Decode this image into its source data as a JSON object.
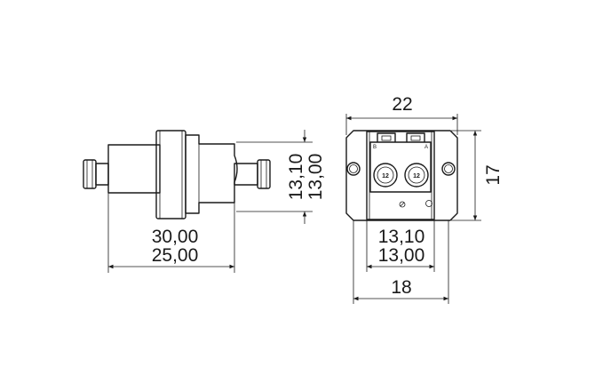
{
  "side_view": {
    "height_outer": "13,10",
    "height_inner": "13,00",
    "length_outer": "30,00",
    "length_inner": "25,00"
  },
  "front_view": {
    "width_flange": "22",
    "height_flange": "17",
    "width_outer": "13,10",
    "width_inner": "13,00",
    "width_body": "18",
    "port_label_left": "12",
    "port_label_right": "12",
    "marker_b": "B",
    "marker_a": "A"
  }
}
